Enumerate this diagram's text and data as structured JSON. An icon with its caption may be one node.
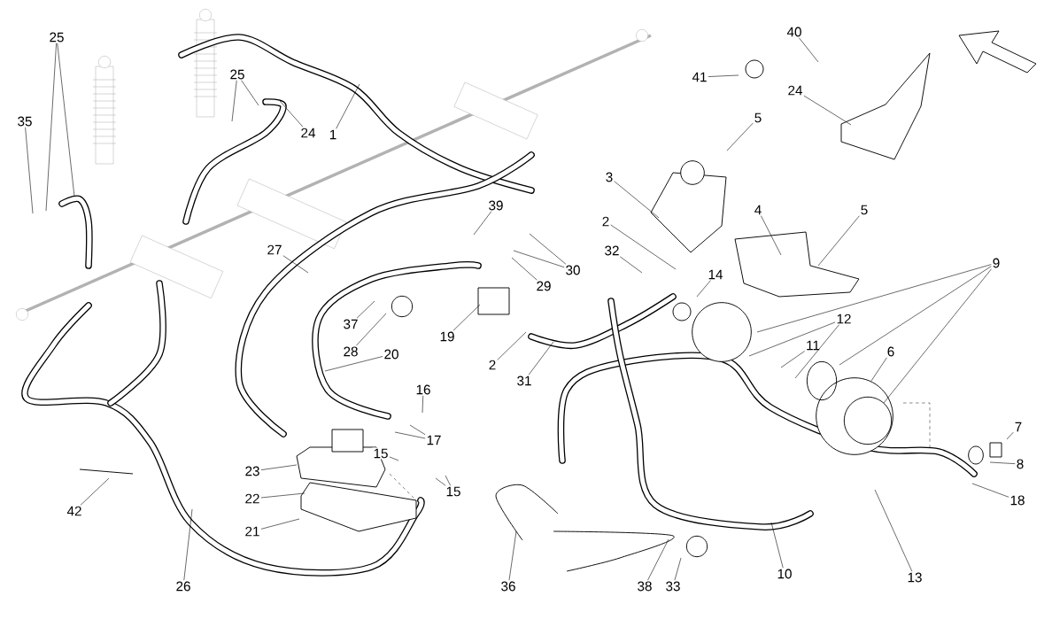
{
  "diagram": {
    "nodes": [
      {
        "text": [
          "40"
        ]
      },
      {
        "text": [
          "25"
        ]
      },
      {
        "text": [
          "41"
        ]
      },
      {
        "text": [
          "25"
        ]
      },
      {
        "text": [
          "24"
        ]
      },
      {
        "text": [
          "5"
        ]
      },
      {
        "text": [
          "35"
        ]
      },
      {
        "text": [
          "24"
        ]
      },
      {
        "text": [
          "1"
        ]
      },
      {
        "text": [
          "3"
        ]
      },
      {
        "text": [
          "39"
        ]
      },
      {
        "text": [
          "4"
        ]
      },
      {
        "text": [
          "5"
        ]
      },
      {
        "text": [
          "2"
        ]
      },
      {
        "text": [
          "27"
        ]
      },
      {
        "text": [
          "32"
        ]
      },
      {
        "text": [
          "9"
        ]
      },
      {
        "text": [
          "30"
        ]
      },
      {
        "text": [
          "14"
        ]
      },
      {
        "text": [
          "29"
        ]
      },
      {
        "text": [
          "12"
        ]
      },
      {
        "text": [
          "37"
        ]
      },
      {
        "text": [
          "19"
        ]
      },
      {
        "text": [
          "28"
        ]
      },
      {
        "text": [
          "11"
        ]
      },
      {
        "text": [
          "6"
        ]
      },
      {
        "text": [
          "20"
        ]
      },
      {
        "text": [
          "2"
        ]
      },
      {
        "text": [
          "31"
        ]
      },
      {
        "text": [
          "16"
        ]
      },
      {
        "text": [
          "7"
        ]
      },
      {
        "text": [
          "17"
        ]
      },
      {
        "text": [
          "15"
        ]
      },
      {
        "text": [
          "8"
        ]
      },
      {
        "text": [
          "23"
        ]
      },
      {
        "text": [
          "15"
        ]
      },
      {
        "text": [
          "22"
        ]
      },
      {
        "text": [
          "18"
        ]
      },
      {
        "text": [
          "42"
        ]
      },
      {
        "text": [
          "21"
        ]
      },
      {
        "text": [
          "13"
        ]
      },
      {
        "text": [
          "10"
        ]
      },
      {
        "text": [
          "26"
        ]
      },
      {
        "text": [
          "36"
        ]
      },
      {
        "text": [
          "38"
        ]
      },
      {
        "text": [
          "33"
        ]
      }
    ],
    "edges": [
      {
        "from": 0,
        "to": null,
        "arrow": "none"
      },
      {
        "from": 1,
        "to": null,
        "arrow": "none"
      },
      {
        "from": 1,
        "to": null,
        "arrow": "none"
      },
      {
        "from": 2,
        "to": null,
        "arrow": "none"
      },
      {
        "from": 3,
        "to": null,
        "arrow": "none"
      },
      {
        "from": 3,
        "to": null,
        "arrow": "none"
      },
      {
        "from": 4,
        "to": null,
        "arrow": "none"
      },
      {
        "from": 5,
        "to": null,
        "arrow": "none"
      },
      {
        "from": 6,
        "to": null,
        "arrow": "none"
      },
      {
        "from": 7,
        "to": null,
        "arrow": "none"
      },
      {
        "from": 8,
        "to": null,
        "arrow": "none"
      },
      {
        "from": 9,
        "to": null,
        "arrow": "none"
      },
      {
        "from": 10,
        "to": null,
        "arrow": "none"
      },
      {
        "from": 11,
        "to": null,
        "arrow": "none"
      },
      {
        "from": 12,
        "to": null,
        "arrow": "none"
      },
      {
        "from": 13,
        "to": null,
        "arrow": "none"
      },
      {
        "from": 14,
        "to": null,
        "arrow": "none"
      },
      {
        "from": 15,
        "to": null,
        "arrow": "none"
      },
      {
        "from": 16,
        "to": null,
        "arrow": "none"
      },
      {
        "from": 16,
        "to": null,
        "arrow": "none"
      },
      {
        "from": 16,
        "to": null,
        "arrow": "none"
      },
      {
        "from": 17,
        "to": null,
        "arrow": "none"
      },
      {
        "from": 17,
        "to": null,
        "arrow": "none"
      },
      {
        "from": 18,
        "to": null,
        "arrow": "none"
      },
      {
        "from": 19,
        "to": null,
        "arrow": "none"
      },
      {
        "from": 20,
        "to": null,
        "arrow": "none"
      },
      {
        "from": 20,
        "to": null,
        "arrow": "none"
      },
      {
        "from": 21,
        "to": null,
        "arrow": "none"
      },
      {
        "from": 22,
        "to": null,
        "arrow": "none"
      },
      {
        "from": 23,
        "to": null,
        "arrow": "none"
      },
      {
        "from": 24,
        "to": null,
        "arrow": "none"
      },
      {
        "from": 25,
        "to": null,
        "arrow": "none"
      },
      {
        "from": 26,
        "to": null,
        "arrow": "none"
      },
      {
        "from": 27,
        "to": null,
        "arrow": "none"
      },
      {
        "from": 28,
        "to": null,
        "arrow": "none"
      },
      {
        "from": 29,
        "to": null,
        "arrow": "none"
      },
      {
        "from": 30,
        "to": null,
        "arrow": "none"
      },
      {
        "from": 31,
        "to": null,
        "arrow": "none"
      },
      {
        "from": 31,
        "to": null,
        "arrow": "none"
      },
      {
        "from": 32,
        "to": null,
        "arrow": "none"
      },
      {
        "from": 33,
        "to": null,
        "arrow": "none"
      },
      {
        "from": 34,
        "to": null,
        "arrow": "none"
      },
      {
        "from": 35,
        "to": null,
        "arrow": "none"
      },
      {
        "from": 35,
        "to": null,
        "arrow": "none"
      },
      {
        "from": 36,
        "to": null,
        "arrow": "none"
      },
      {
        "from": 37,
        "to": null,
        "arrow": "none"
      },
      {
        "from": 38,
        "to": null,
        "arrow": "none"
      },
      {
        "from": 39,
        "to": null,
        "arrow": "none"
      },
      {
        "from": 40,
        "to": null,
        "arrow": "none"
      },
      {
        "from": 41,
        "to": null,
        "arrow": "none"
      },
      {
        "from": 42,
        "to": null,
        "arrow": "none"
      },
      {
        "from": 43,
        "to": null,
        "arrow": "none"
      },
      {
        "from": 44,
        "to": null,
        "arrow": "none"
      },
      {
        "from": 45,
        "to": null,
        "arrow": "none"
      }
    ]
  }
}
